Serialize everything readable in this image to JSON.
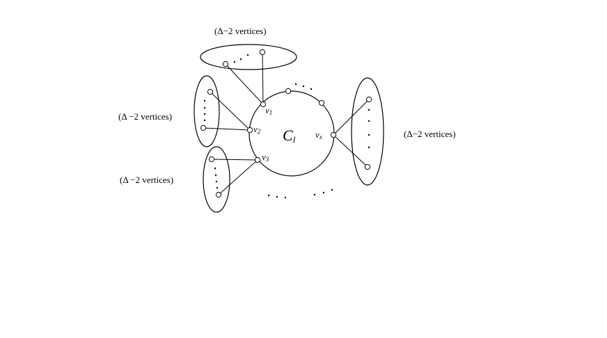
{
  "diagram": {
    "group_top_label": "(Δ−2 vertices)",
    "group_left_upper_label": "(Δ −2  vertices)",
    "group_left_lower_label": "(Δ −2  vertices)",
    "group_right_label": "(Δ−2  vertices)",
    "cycle_label": {
      "main": "C",
      "sub": "l"
    },
    "vertex_v1": {
      "main": "v",
      "sub": "1"
    },
    "vertex_v2": {
      "main": "v",
      "sub": "2"
    },
    "vertex_v3": {
      "main": "v",
      "sub": "3"
    },
    "vertex_vx": {
      "main": "v",
      "sub": "x"
    }
  }
}
